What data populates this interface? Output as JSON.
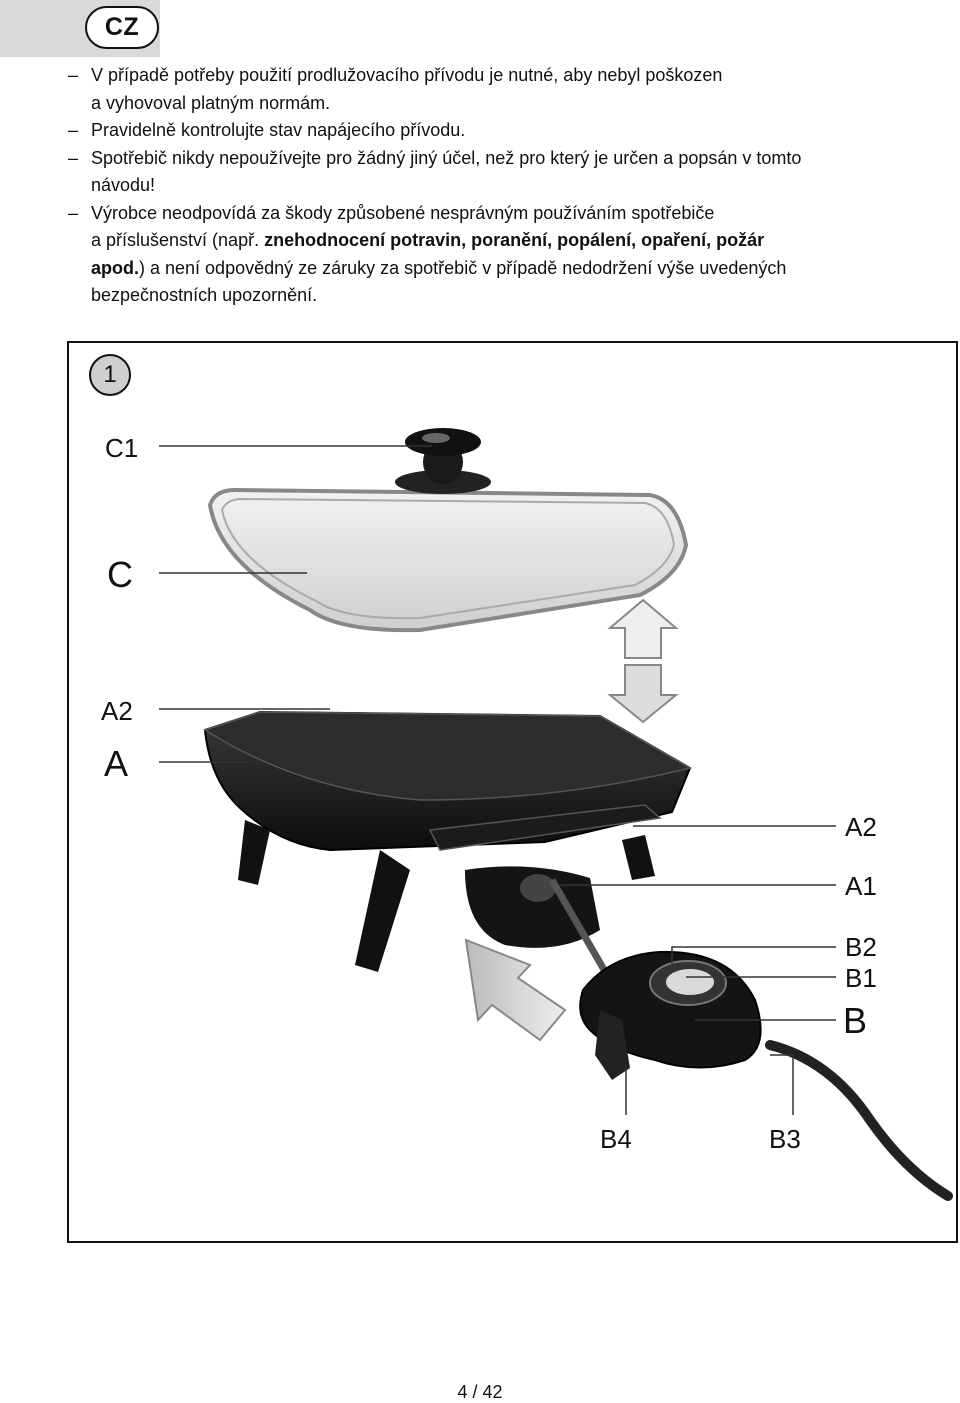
{
  "lang_badge": "CZ",
  "bullets": [
    {
      "lines": [
        [
          {
            "t": "V případě potřeby použití prodlužovacího přívodu je nutné, aby nebyl poškozen"
          }
        ],
        [
          {
            "t": "a vyhovoval platným normám."
          }
        ]
      ]
    },
    {
      "lines": [
        [
          {
            "t": "Pravidelně kontrolujte stav napájecího přívodu."
          }
        ]
      ]
    },
    {
      "lines": [
        [
          {
            "t": "Spotřebič nikdy nepoužívejte pro žádný jiný účel, než pro který je určen a popsán v tomto"
          }
        ],
        [
          {
            "t": "návodu!"
          }
        ]
      ]
    },
    {
      "lines": [
        [
          {
            "t": "Výrobce neodpovídá za škody způsobené nesprávným používáním spotřebiče"
          }
        ],
        [
          {
            "t": "a příslušenství (např. "
          },
          {
            "t": "znehodnocení potravin, poranění, popálení, opaření, požár",
            "b": true
          }
        ],
        [
          {
            "t": "apod.",
            "b": true
          },
          {
            "t": ") a není odpovědný ze záruky za spotřebič v případě nedodržení výše uvedených"
          }
        ],
        [
          {
            "t": "bezpečnostních upozornění."
          }
        ]
      ]
    }
  ],
  "figure": {
    "number": "1",
    "labels": {
      "C1": "C1",
      "C": "C",
      "A2_left": "A2",
      "A_left": "A",
      "A2_right": "A2",
      "A1": "A1",
      "B2": "B2",
      "B1": "B1",
      "B": "B",
      "B4": "B4",
      "B3": "B3"
    }
  },
  "page_number": "4 / 42"
}
